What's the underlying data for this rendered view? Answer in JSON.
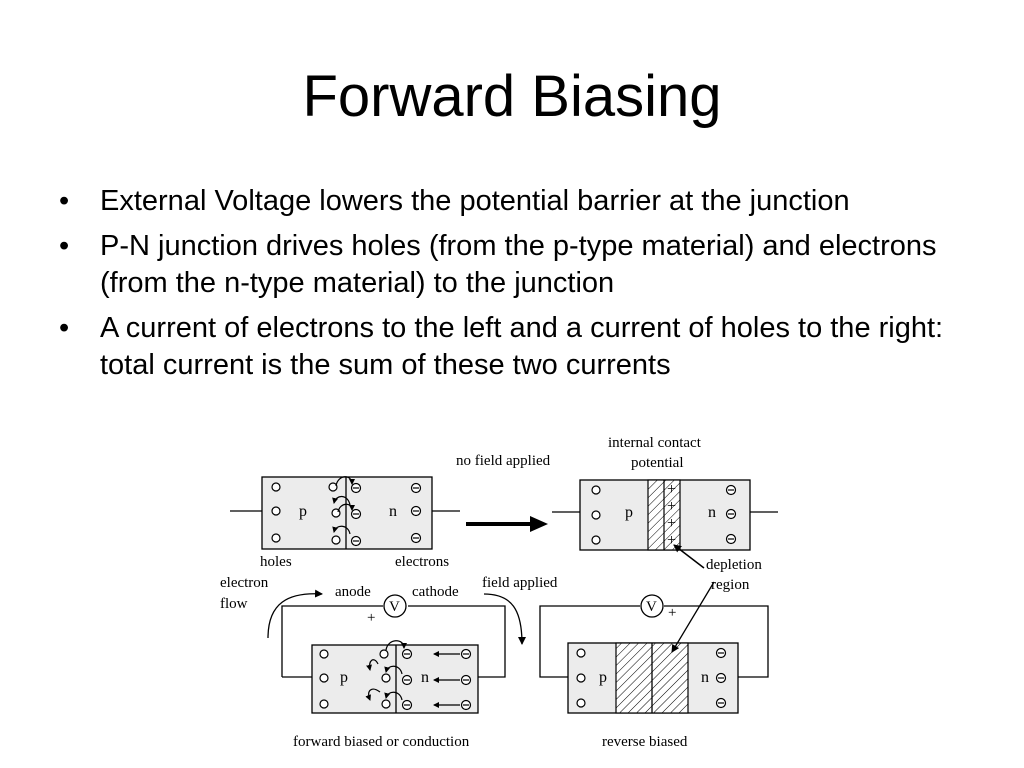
{
  "slide": {
    "title": "Forward Biasing",
    "bullets": [
      {
        "marker": "•",
        "text": "External Voltage lowers the potential barrier at the junction"
      },
      {
        "marker": "•",
        "text": "P-N junction drives holes (from the p-type material) and electrons (from the n-type material) to the junction"
      },
      {
        "marker": "•",
        "text": "A current of electrons to the left and a current of holes to the right: total current is the sum of these two currents"
      }
    ]
  },
  "diagram": {
    "labels": {
      "no_field_applied": "no field applied",
      "internal_contact_line1": "internal contact",
      "internal_contact_line2": "potential",
      "depletion_line1": "depletion",
      "depletion_line2": "region",
      "holes": "holes",
      "electrons": "electrons",
      "electron_flow_line1": "electron",
      "electron_flow_line2": "flow",
      "anode": "anode",
      "cathode": "cathode",
      "field_applied": "field applied",
      "forward_biased": "forward biased or conduction",
      "reverse_biased": "reverse biased",
      "p": "p",
      "n": "n",
      "voltmeter": "V",
      "plus": "+"
    }
  }
}
